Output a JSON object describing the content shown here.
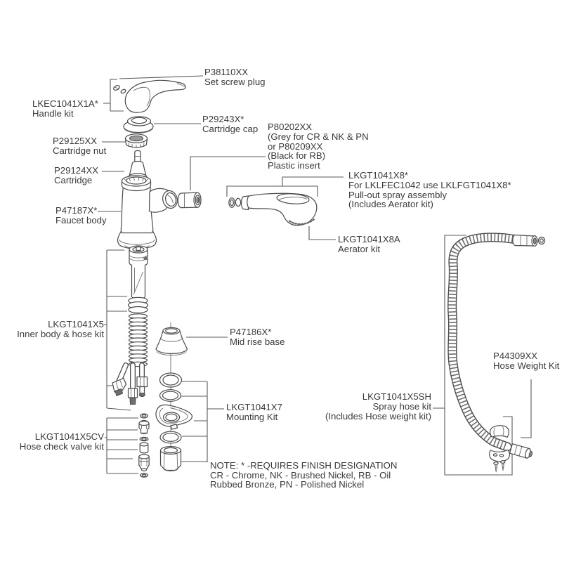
{
  "diagram_type": "faucet-exploded-parts-diagram",
  "colors": {
    "line_art": "#4a4a4a",
    "text": "#3a3a3a",
    "background": "#ffffff"
  },
  "labels": [
    {
      "id": "set-screw-plug",
      "lines": [
        "P38110XX",
        "Set screw plug"
      ]
    },
    {
      "id": "handle-kit",
      "lines": [
        "LKEC1041X1A*",
        "Handle kit"
      ]
    },
    {
      "id": "cartridge-cap",
      "lines": [
        "P29243X*",
        "Cartridge cap"
      ]
    },
    {
      "id": "plastic-insert",
      "lines": [
        "P80202XX",
        "(Grey for CR & NK & PN",
        "or P80209XX",
        "(Black for RB)",
        "Plastic insert"
      ]
    },
    {
      "id": "cartridge-nut",
      "lines": [
        "P29125XX",
        "Cartridge nut"
      ]
    },
    {
      "id": "cartridge",
      "lines": [
        "P29124XX",
        "Cartridge"
      ]
    },
    {
      "id": "pull-out-spray",
      "lines": [
        "LKGT1041X8*",
        "For LKLFEC1042 use LKLFGT1041X8*",
        "Pull-out spray assembly",
        "(Includes Aerator kit)"
      ]
    },
    {
      "id": "faucet-body",
      "lines": [
        "P47187X*",
        "Faucet body"
      ]
    },
    {
      "id": "aerator-kit",
      "lines": [
        "LKGT1041X8A",
        "Aerator kit"
      ]
    },
    {
      "id": "inner-body-hose-kit",
      "lines": [
        "LKGT1041X5",
        "Inner body & hose kit"
      ]
    },
    {
      "id": "mid-rise-base",
      "lines": [
        "P47186X*",
        "Mid rise base"
      ]
    },
    {
      "id": "hose-weight-kit",
      "lines": [
        "P44309XX",
        "Hose Weight Kit"
      ]
    },
    {
      "id": "mounting-kit",
      "lines": [
        "LKGT1041X7",
        "Mounting Kit"
      ]
    },
    {
      "id": "spray-hose-kit",
      "lines": [
        "LKGT1041X5SH",
        "Spray hose kit",
        "(Includes Hose weight kit)"
      ]
    },
    {
      "id": "hose-check-valve-kit",
      "lines": [
        "LKGT1041X5CV",
        "Hose check valve kit"
      ]
    }
  ],
  "note": {
    "lines": [
      "NOTE: * -REQUIRES FINISH DESIGNATION",
      "CR - Chrome, NK - Brushed Nickel, RB - Oil",
      "Rubbed Bronze, PN - Polished Nickel"
    ]
  }
}
